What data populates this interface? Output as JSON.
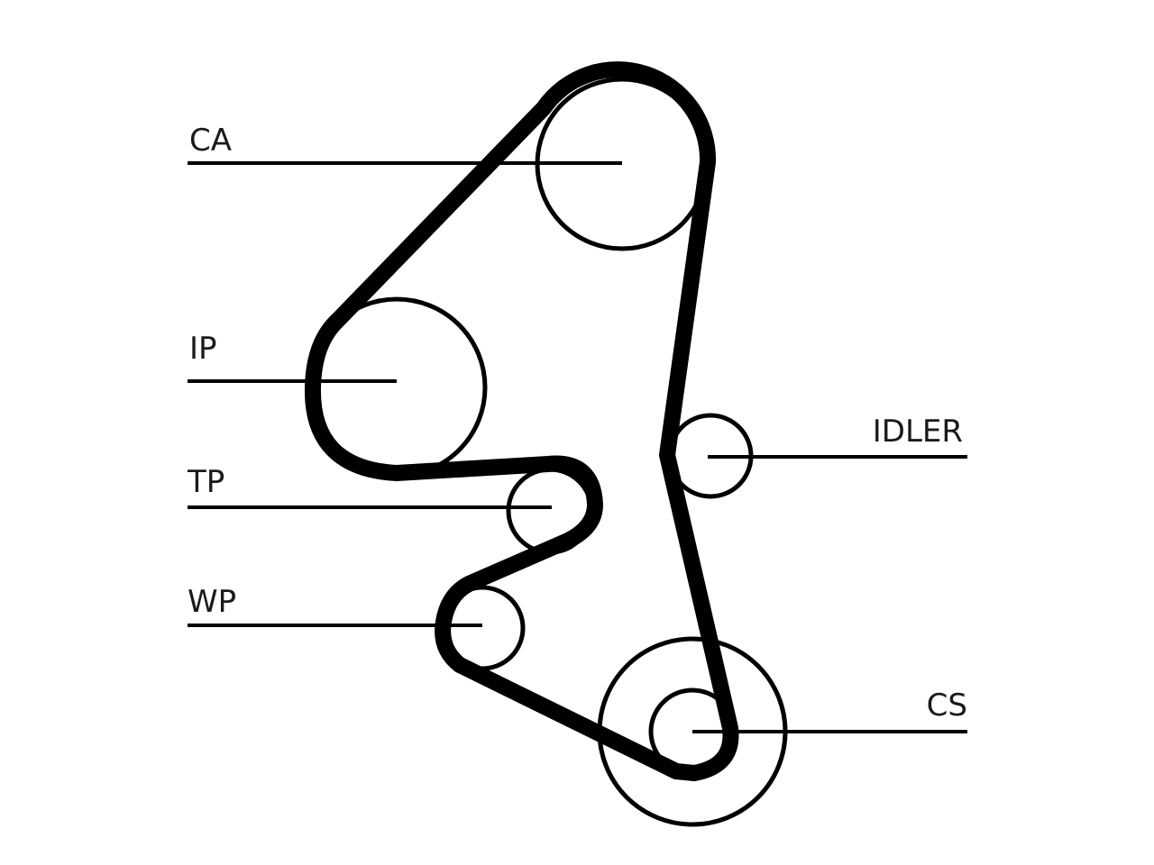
{
  "diagram": {
    "labels": {
      "ca": "CA",
      "ip": "IP",
      "tp": "TP",
      "wp": "WP",
      "idler": "IDLER",
      "cs": "CS"
    }
  }
}
